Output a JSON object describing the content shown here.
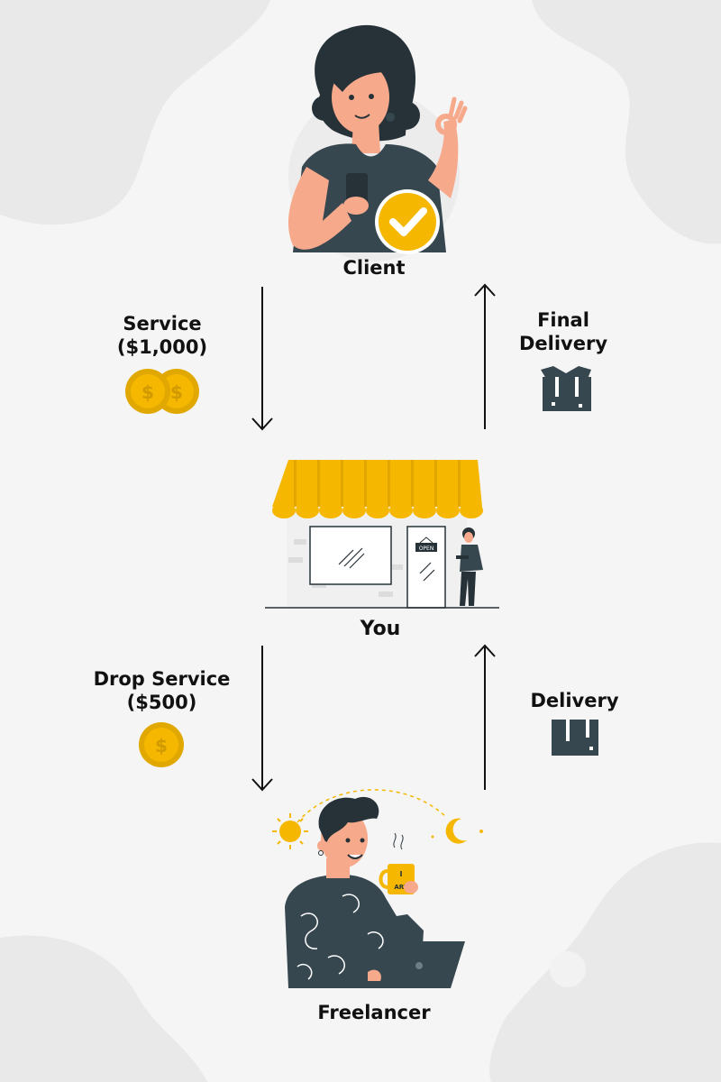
{
  "nodes": {
    "client": "Client",
    "you": "You",
    "freelancer": "Freelancer"
  },
  "flows": {
    "service_line1": "Service",
    "service_line2": "($1,000)",
    "final_line1": "Final",
    "final_line2": "Delivery",
    "drop_line1": "Drop Service",
    "drop_line2": "($500)",
    "delivery": "Delivery"
  },
  "store": {
    "sign": "OPEN"
  },
  "mug": {
    "text_top": "I",
    "text_bottom": "ART"
  },
  "colors": {
    "background": "#f5f5f5",
    "blob": "#e9e9e9",
    "accent": "#f5b700",
    "dark_teal": "#37474f",
    "skin": "#f7a98b",
    "hair": "#263238"
  },
  "icons": [
    "checkmark-icon",
    "coin-icon",
    "box-icon",
    "sun-icon",
    "moon-icon",
    "arrow-down-icon",
    "arrow-up-icon"
  ]
}
